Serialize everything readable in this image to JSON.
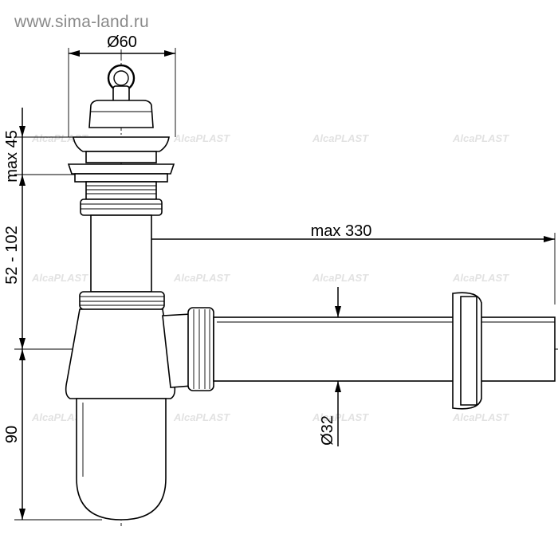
{
  "watermark": {
    "site": "www.sima-land.ru",
    "brand": "AlcaPLAST"
  },
  "dimensions": {
    "outlet_diameter": "Ø60",
    "max_height_top": "max 45",
    "adjustable_height": "52 - 102",
    "bottom_height": "90",
    "max_length": "max 330",
    "pipe_diameter": "Ø32"
  }
}
